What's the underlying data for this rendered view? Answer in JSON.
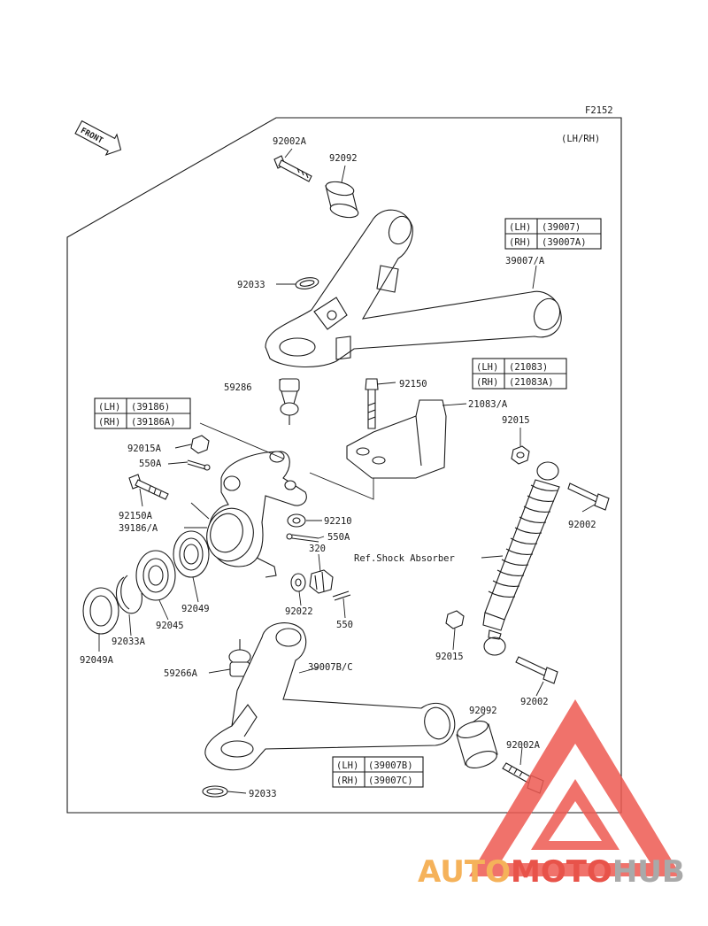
{
  "figure_code": "F2152",
  "side_note": "(LH/RH)",
  "front_arrow": "FRONT",
  "callouts": {
    "c92002A_top": "92002A",
    "c92092_top": "92092",
    "c92033_top": "92033",
    "c39007A": "39007/A",
    "c59286": "59286",
    "c92150": "92150",
    "c21083A": "21083/A",
    "c92015": "92015",
    "c92015A": "92015A",
    "c550A_top": "550A",
    "c92150A": "92150A",
    "c39186A": "39186/A",
    "c92210": "92210",
    "c550A_mid": "550A",
    "c320": "320",
    "c92002_right": "92002",
    "c92022": "92022",
    "c550": "550",
    "c92049": "92049",
    "c92045": "92045",
    "c92033A": "92033A",
    "c92049A": "92049A",
    "c92015_low": "92015",
    "c59266A": "59266A",
    "c39007BC": "39007B/C",
    "c92092_low": "92092",
    "c92002_low": "92002",
    "c92002A_low": "92002A",
    "c92033_low": "92033",
    "ref_shock": "Ref.Shock Absorber"
  },
  "tables": {
    "t39007": {
      "lh": "(LH)",
      "lh_val": "(39007)",
      "rh": "(RH)",
      "rh_val": "(39007A)"
    },
    "t21083": {
      "lh": "(LH)",
      "lh_val": "(21083)",
      "rh": "(RH)",
      "rh_val": "(21083A)"
    },
    "t39186": {
      "lh": "(LH)",
      "lh_val": "(39186)",
      "rh": "(RH)",
      "rh_val": "(39186A)"
    },
    "t39007B": {
      "lh": "(LH)",
      "lh_val": "(39007B)",
      "rh": "(RH)",
      "rh_val": "(39007C)"
    }
  },
  "watermark": {
    "part1": "AUTO",
    "part2": "MOTO",
    "part3": "HUB",
    "colors": {
      "auto": "#f5b25a",
      "moto": "#e8534a",
      "hub": "#a9a9a9",
      "triangle": "#ee5a52"
    }
  }
}
